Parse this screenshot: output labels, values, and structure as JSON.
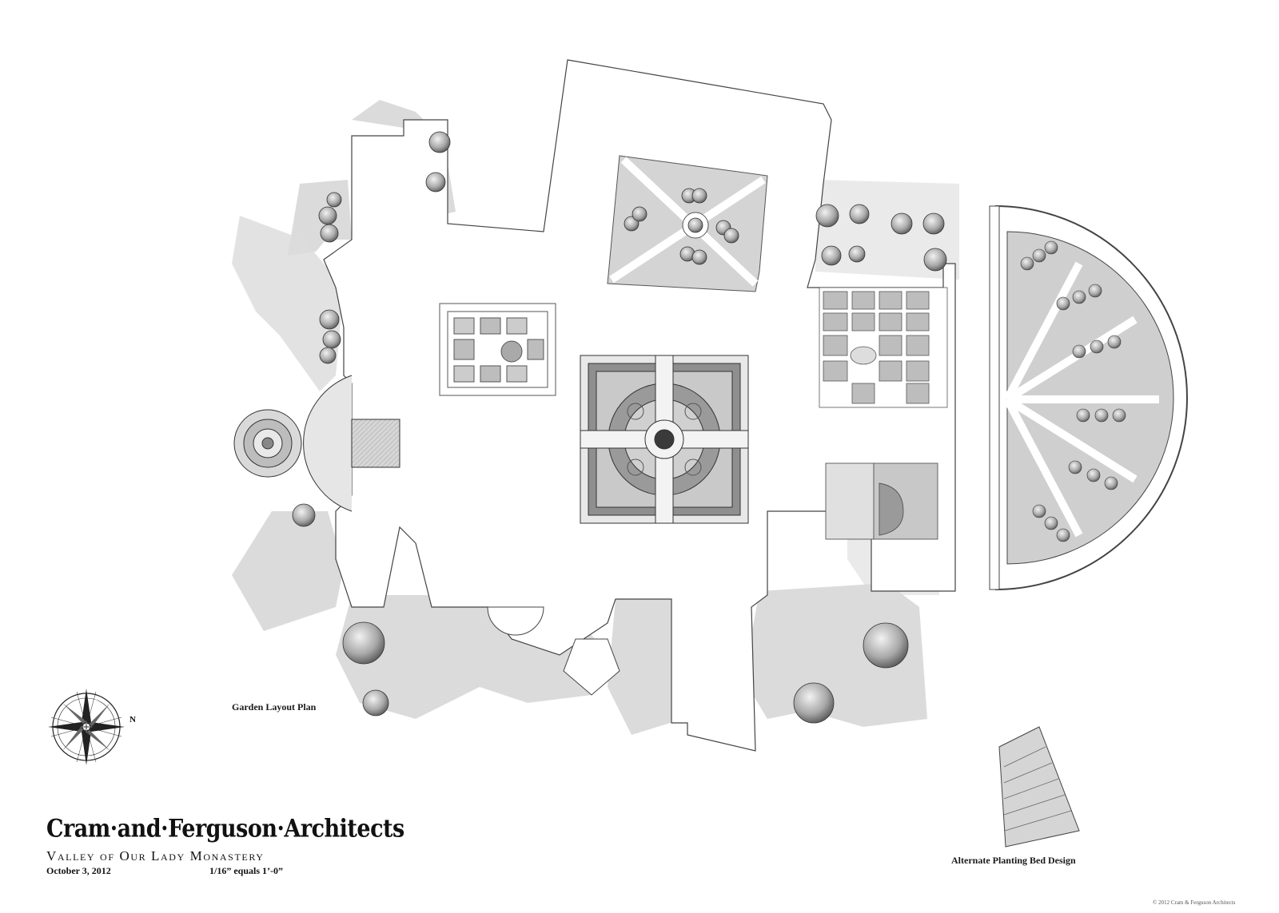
{
  "drawing": {
    "labels": {
      "garden_layout": "Garden Layout Plan",
      "alternate_bed": "Alternate Planting Bed Design"
    },
    "north_marker": "N"
  },
  "title_block": {
    "firm": "Cram·and·Ferguson·Architects",
    "project": "Valley of Our Lady Monastery",
    "date": "October 3, 2012",
    "scale": "1/16” equals 1’-0”"
  },
  "copyright": "© 2012 Cram & Ferguson Architects",
  "colors": {
    "ink": "#2a2a2a",
    "wash": "#c9c9c9",
    "wash_dark": "#8a8a8a",
    "paper": "#ffffff"
  }
}
